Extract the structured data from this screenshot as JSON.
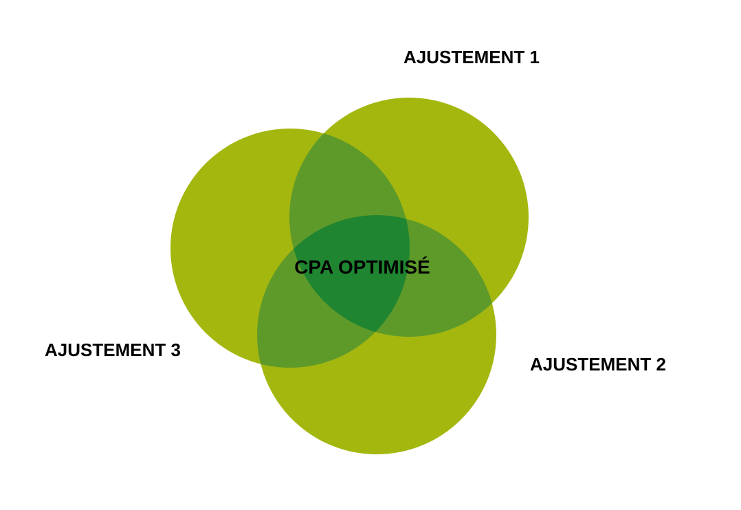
{
  "diagram": {
    "type": "venn",
    "center_label": "CPA OPTIMISÉ",
    "sets": [
      {
        "label": "AJUSTEMENT 1"
      },
      {
        "label": "AJUSTEMENT 2"
      },
      {
        "label": "AJUSTEMENT 3"
      }
    ]
  },
  "colors": {
    "circle_fill": "#a4b70f",
    "overlap_two": "#5e9a2a",
    "overlap_all": "#1f8530",
    "text": "#000000",
    "background": "#ffffff"
  }
}
